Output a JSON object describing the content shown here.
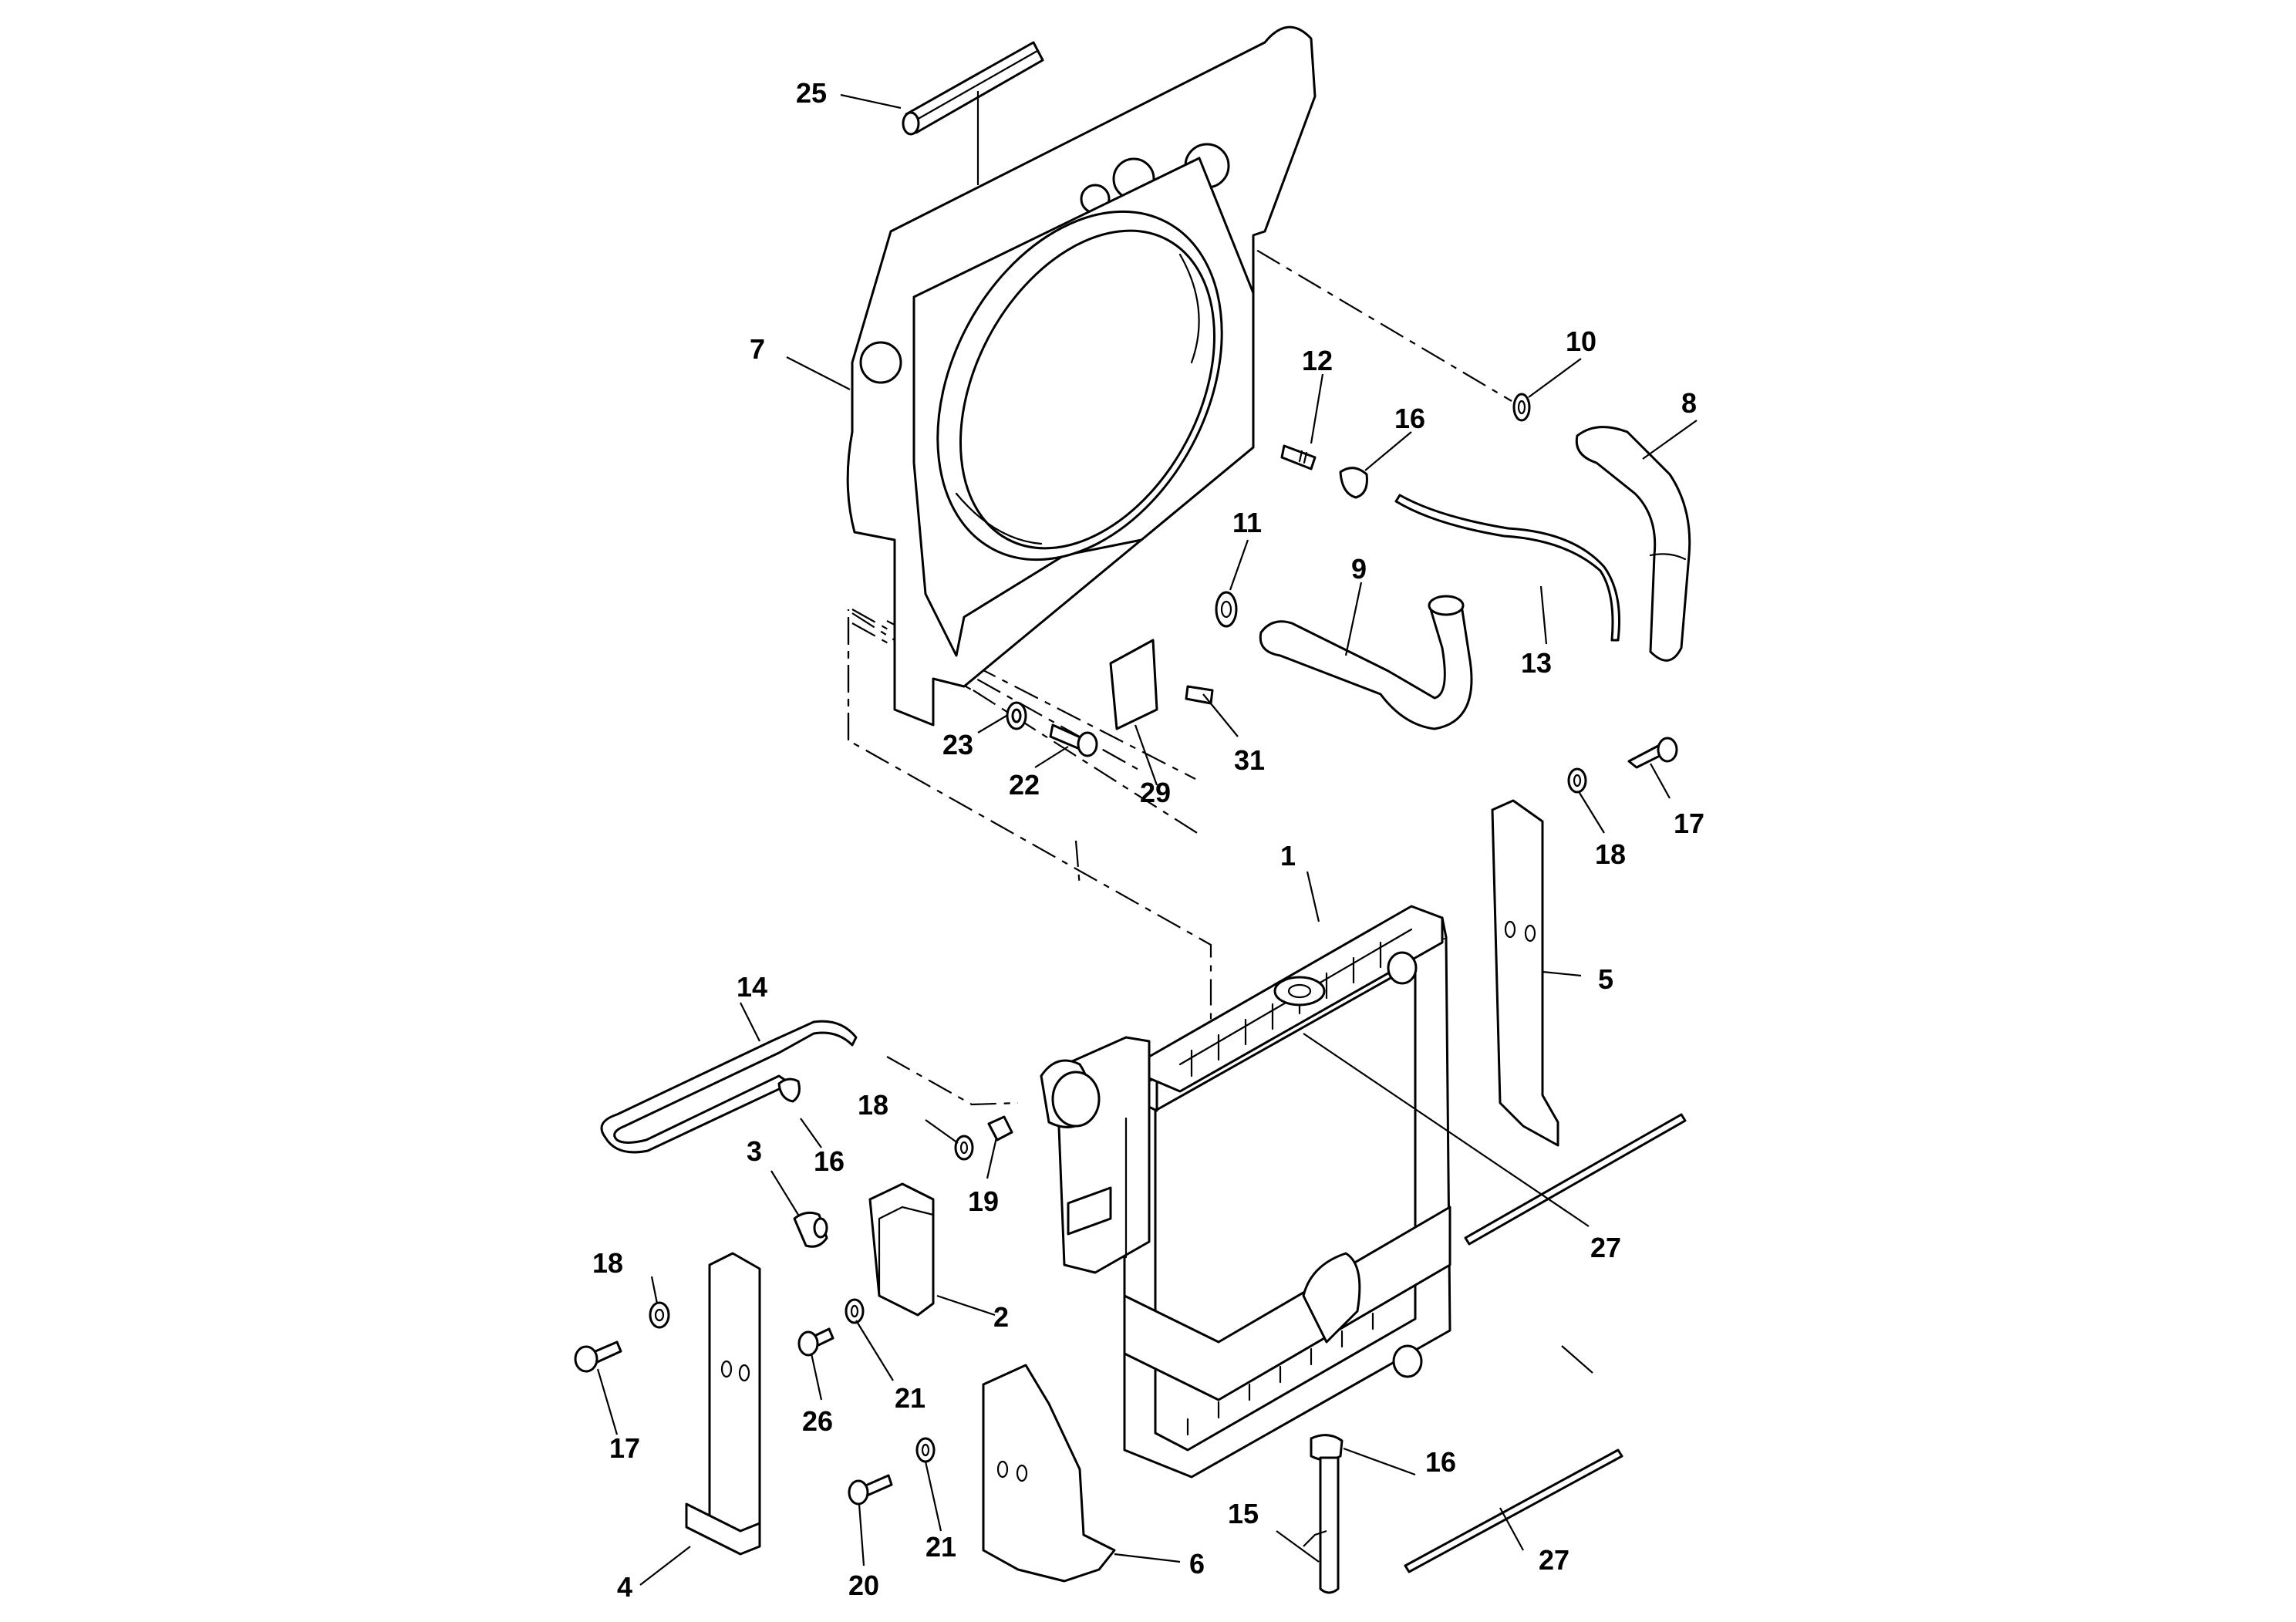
{
  "callouts": [
    {
      "id": "c1",
      "label": "1"
    },
    {
      "id": "c2",
      "label": "2"
    },
    {
      "id": "c3",
      "label": "3"
    },
    {
      "id": "c4",
      "label": "4"
    },
    {
      "id": "c5",
      "label": "5"
    },
    {
      "id": "c6",
      "label": "6"
    },
    {
      "id": "c7",
      "label": "7"
    },
    {
      "id": "c8",
      "label": "8"
    },
    {
      "id": "c9",
      "label": "9"
    },
    {
      "id": "c10",
      "label": "10"
    },
    {
      "id": "c11",
      "label": "11"
    },
    {
      "id": "c12",
      "label": "12"
    },
    {
      "id": "c13",
      "label": "13"
    },
    {
      "id": "c14",
      "label": "14"
    },
    {
      "id": "c15",
      "label": "15"
    },
    {
      "id": "c16a",
      "label": "16"
    },
    {
      "id": "c16b",
      "label": "16"
    },
    {
      "id": "c16c",
      "label": "16"
    },
    {
      "id": "c17a",
      "label": "17"
    },
    {
      "id": "c17b",
      "label": "17"
    },
    {
      "id": "c18a",
      "label": "18"
    },
    {
      "id": "c18b",
      "label": "18"
    },
    {
      "id": "c18c",
      "label": "18"
    },
    {
      "id": "c19",
      "label": "19"
    },
    {
      "id": "c20",
      "label": "20"
    },
    {
      "id": "c21a",
      "label": "21"
    },
    {
      "id": "c21b",
      "label": "21"
    },
    {
      "id": "c22",
      "label": "22"
    },
    {
      "id": "c23",
      "label": "23"
    },
    {
      "id": "c25",
      "label": "25"
    },
    {
      "id": "c26",
      "label": "26"
    },
    {
      "id": "c27a",
      "label": "27"
    },
    {
      "id": "c27b",
      "label": "27"
    },
    {
      "id": "c29",
      "label": "29"
    },
    {
      "id": "c31",
      "label": "31"
    }
  ]
}
